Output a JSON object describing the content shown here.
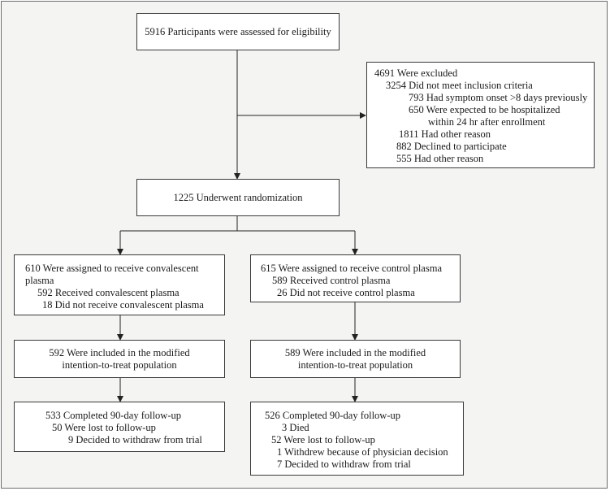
{
  "eligibility": "5916 Participants were assessed for eligibility",
  "excluded": [
    "4691 Were excluded",
    "3254 Did not meet inclusion criteria",
    "793 Had symptom onset >8 days previously",
    "650 Were expected to be hospitalized",
    "within 24 hr after enrollment",
    "1811 Had other reason",
    "882 Declined to participate",
    "555 Had other reason"
  ],
  "randomization": "1225 Underwent randomization",
  "left": {
    "assigned": [
      "610 Were assigned to receive convalescent",
      "plasma",
      "592 Received convalescent plasma",
      "18 Did not receive convalescent plasma"
    ],
    "mitt": [
      "592 Were included in the modified",
      "intention-to-treat population"
    ],
    "followup": [
      "533 Completed 90-day follow-up",
      "50 Were lost to follow-up",
      "9 Decided to withdraw from trial"
    ]
  },
  "right": {
    "assigned": [
      "615 Were assigned to receive control plasma",
      "589 Received control plasma",
      "26 Did not receive control plasma"
    ],
    "mitt": [
      "589 Were included in the modified",
      "intention-to-treat population"
    ],
    "followup": [
      "526 Completed 90-day follow-up",
      "3 Died",
      "52 Were lost to follow-up",
      "1 Withdrew because of physician decision",
      "7 Decided to withdraw from trial"
    ]
  }
}
